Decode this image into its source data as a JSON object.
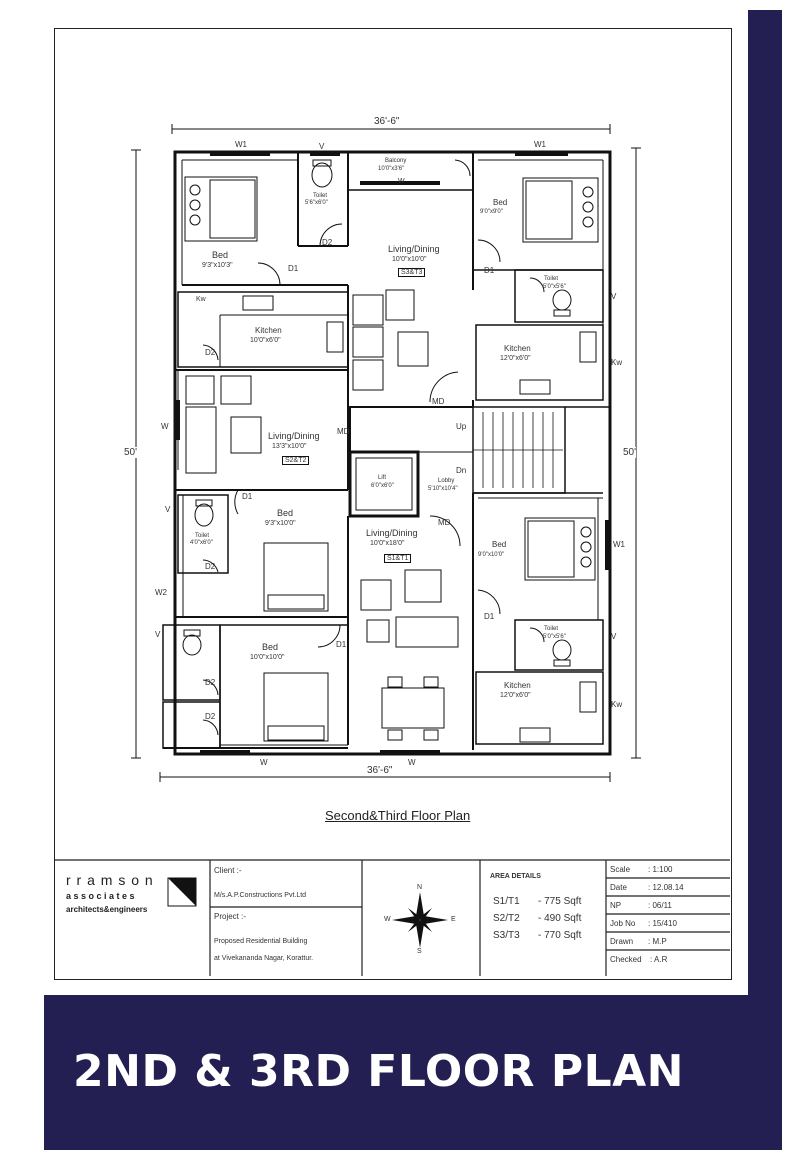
{
  "banner_title": "2ND & 3RD FLOOR PLAN",
  "drawing_title": "Second&Third Floor Plan",
  "colors": {
    "navy": "#231f52",
    "line": "#1a1a1a"
  },
  "dimensions": {
    "top": "36'-6\"",
    "bottom": "36'-6\"",
    "left": "50'",
    "right": "50'"
  },
  "rooms": {
    "bed_tl": {
      "name": "Bed",
      "size": "9'3\"x10'3\""
    },
    "toilet_tc": {
      "name": "Toilet",
      "size": "5'6\"x6'0\""
    },
    "balcony": {
      "name": "Balcony",
      "size": "10'0\"x3'6\""
    },
    "bed_tr": {
      "name": "Bed",
      "size": "9'0\"x9'0\""
    },
    "living_top": {
      "name": "Living/Dining",
      "size": "10'0\"x10'0\"",
      "tag": "S3&T3"
    },
    "kitchen_l": {
      "name": "Kitchen",
      "size": "10'0\"x6'0\""
    },
    "toilet_r1": {
      "name": "Toilet",
      "size": "5'0\"x5'6\""
    },
    "kitchen_r1": {
      "name": "Kitchen",
      "size": "12'0\"x6'0\""
    },
    "living_left": {
      "name": "Living/Dining",
      "size": "13'3\"x10'0\"",
      "tag": "S2&T2"
    },
    "lift": {
      "name": "Lift",
      "size": "6'0\"x6'0\""
    },
    "lobby": {
      "name": "Lobby",
      "size": "5'10\"x10'4\""
    },
    "bed_l2": {
      "name": "Bed",
      "size": "9'3\"x10'0\""
    },
    "living_mid": {
      "name": "Living/Dining",
      "size": "10'0\"x18'0\"",
      "tag": "S1&T1"
    },
    "bed_r2": {
      "name": "Bed",
      "size": "9'0\"x10'0\""
    },
    "toilet_r2": {
      "name": "Toilet",
      "size": "5'0\"x5'6\""
    },
    "bed_bl": {
      "name": "Bed",
      "size": "10'0\"x10'0\""
    },
    "kitchen_r2": {
      "name": "Kitchen",
      "size": "12'0\"x6'0\""
    },
    "toilet_l": {
      "name": "Toilet",
      "size": "4'0\"x6'0\""
    }
  },
  "labels": {
    "w": "W",
    "w1": "W1",
    "w2": "W2",
    "v": "V",
    "kw": "Kw",
    "d1": "D1",
    "d2": "D2",
    "md": "MD",
    "up": "Up",
    "dn": "Dn"
  },
  "title_block": {
    "firm_line1": "r r a m s o n",
    "firm_line2": "a s s o c i a t e s",
    "firm_line3": "architects&engineers",
    "client_label": "Client :-",
    "client_name": "M/s.A.P.Constructions Pvt.Ltd",
    "project_label": "Project :-",
    "project_line1": "Proposed Residential Building",
    "project_line2": "at Vivekananda Nagar, Korattur.",
    "compass": {
      "n": "N",
      "s": "S",
      "e": "E",
      "w": "W"
    },
    "area_heading": "AREA DETAILS",
    "areas": [
      {
        "unit": "S1/T1",
        "value": "- 775 Sqft"
      },
      {
        "unit": "S2/T2",
        "value": "- 490 Sqft"
      },
      {
        "unit": "S3/T3",
        "value": "- 770 Sqft"
      }
    ],
    "meta": [
      {
        "label": "Scale",
        "value": ": 1:100"
      },
      {
        "label": "Date",
        "value": ": 12.08.14"
      },
      {
        "label": "NP",
        "value": ": 06/11"
      },
      {
        "label": "Job No",
        "value": ": 15/410"
      },
      {
        "label": "Drawn",
        "value": ": M.P"
      },
      {
        "label": "Checked",
        "value": ": A.R"
      }
    ]
  }
}
